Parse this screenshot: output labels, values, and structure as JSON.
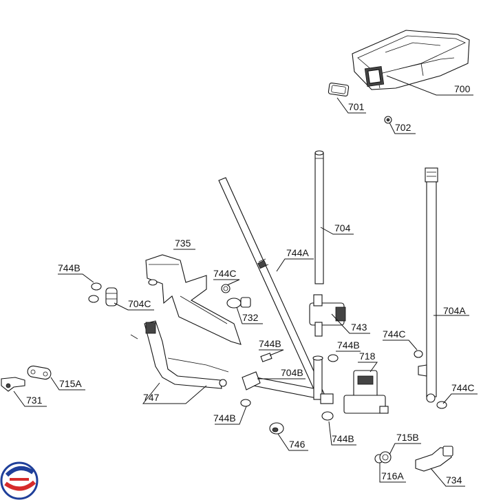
{
  "diagram": {
    "labels": {
      "p700": "700",
      "p701": "701",
      "p702": "702",
      "p704": "704",
      "p744a": "744A",
      "p735": "735",
      "p744b_1": "744B",
      "p704c": "704C",
      "p744c_1": "744C",
      "p732": "732",
      "p743": "743",
      "p704a": "704A",
      "p744c_2": "744C",
      "p744b_2": "744B",
      "p744b_3": "744B",
      "p718": "718",
      "p704b": "704B",
      "p715a": "715A",
      "p731": "731",
      "p747": "747",
      "p744b_4": "744B",
      "p746": "746",
      "p744b_5": "744B",
      "p744c_3": "744C",
      "p715b": "715B",
      "p716a": "716A",
      "p734": "734"
    },
    "logo": {
      "colors": [
        "#1f3f9a",
        "#d62b2b"
      ]
    }
  }
}
